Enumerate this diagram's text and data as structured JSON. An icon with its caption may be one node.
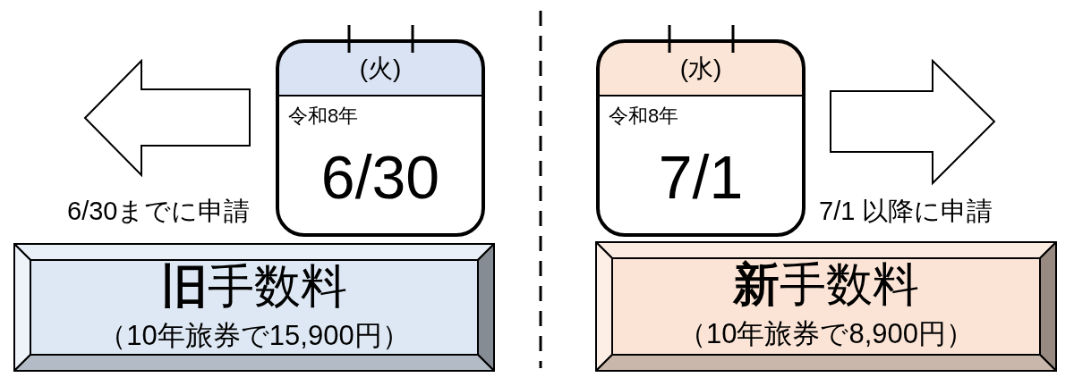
{
  "diagram": {
    "nodes": [
      {
        "text": [
          "(火)",
          "令和8年",
          "6/30"
        ]
      },
      {
        "text": [
          "**旧**手数料",
          "（10年旅券で15,900円）"
        ]
      },
      {
        "text": [
          "(水)",
          "令和8年",
          "7/1"
        ]
      },
      {
        "text": [
          "**新**手数料",
          "（10年旅券で8,900円）"
        ]
      }
    ],
    "labels": [
      "6/30までに申請",
      "7/1 以降に申請"
    ]
  }
}
